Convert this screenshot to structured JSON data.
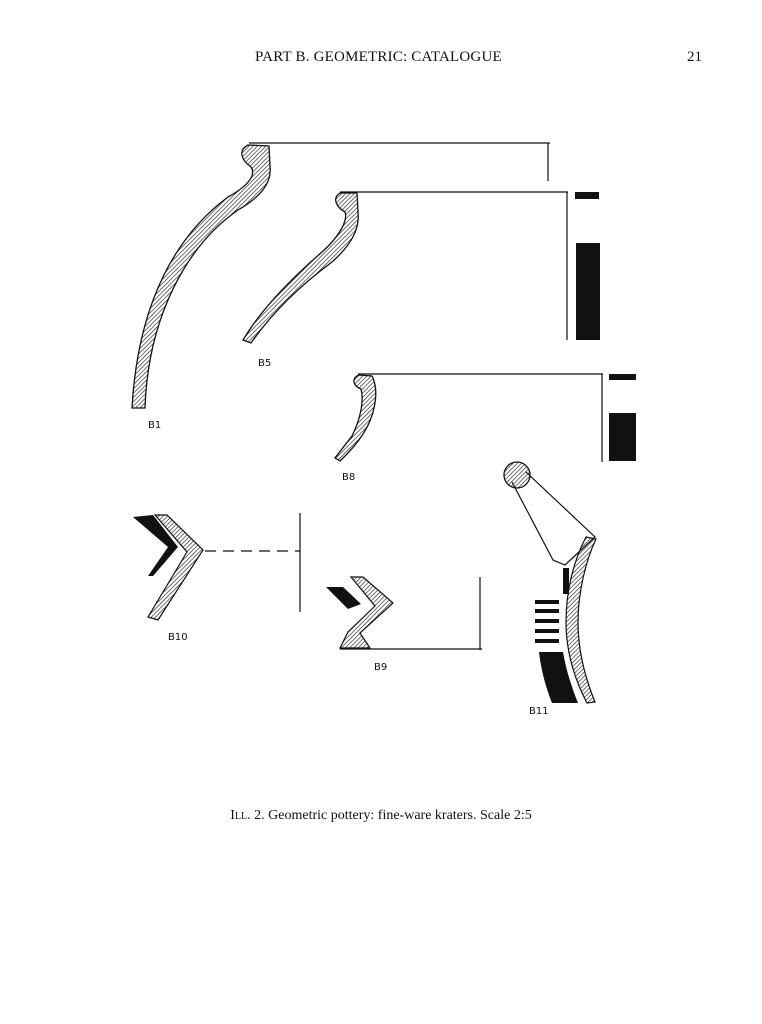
{
  "header": {
    "running_title": "PART B. GEOMETRIC: CATALOGUE",
    "page_number": "21"
  },
  "figure": {
    "labels": {
      "b1": "B1",
      "b5": "B5",
      "b8": "B8",
      "b9": "B9",
      "b10": "B10",
      "b11": "B11"
    }
  },
  "caption": {
    "prefix": "Ill.",
    "text": " 2. Geometric pottery: fine-ware kraters. Scale 2:5"
  }
}
